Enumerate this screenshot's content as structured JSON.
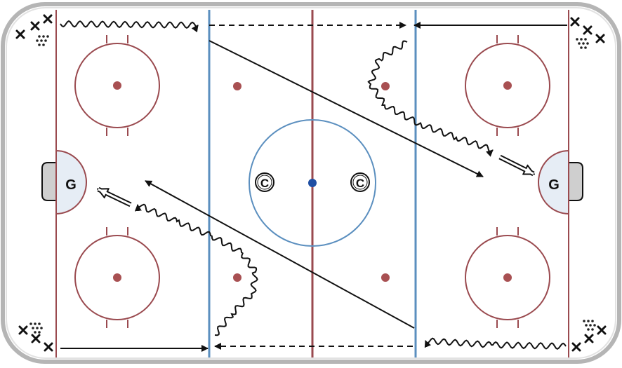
{
  "diagram": {
    "goalie_left": "G",
    "goalie_right": "G",
    "coach_left": "C",
    "coach_right": "C"
  },
  "colors": {
    "board": "#bdbdbd",
    "red_line": "#9a4a4f",
    "blue_line": "#5b8fbf",
    "crease_fill": "#e6edf5",
    "dot": "#a85052",
    "center_dot": "#1f4fa3",
    "arrow": "#111111"
  },
  "icons": {
    "players": "x-markers",
    "pucks": "dotted-puck-pile",
    "skate_path": "wavy-arrow",
    "pass_path": "dashed-arrow",
    "shot_path": "double-line-arrow"
  }
}
